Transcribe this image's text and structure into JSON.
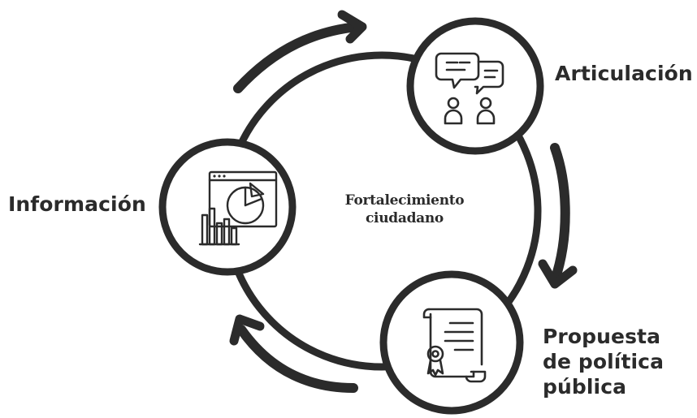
{
  "colors": {
    "ink": "#2b2b2b",
    "background": "#ffffff"
  },
  "center": {
    "line1": "Fortalecimiento",
    "line2": "ciudadano"
  },
  "nodes": {
    "informacion": {
      "label": "Información",
      "icon": "dashboard-chart-icon"
    },
    "articulacion": {
      "label": "Articulación",
      "icon": "people-conversation-icon"
    },
    "propuesta": {
      "label_lines": [
        "Propuesta",
        "de política",
        "pública"
      ],
      "icon": "certificate-document-icon"
    }
  },
  "arrows": [
    "arrow-informacion-to-articulacion",
    "arrow-articulacion-to-propuesta",
    "arrow-propuesta-to-informacion"
  ]
}
